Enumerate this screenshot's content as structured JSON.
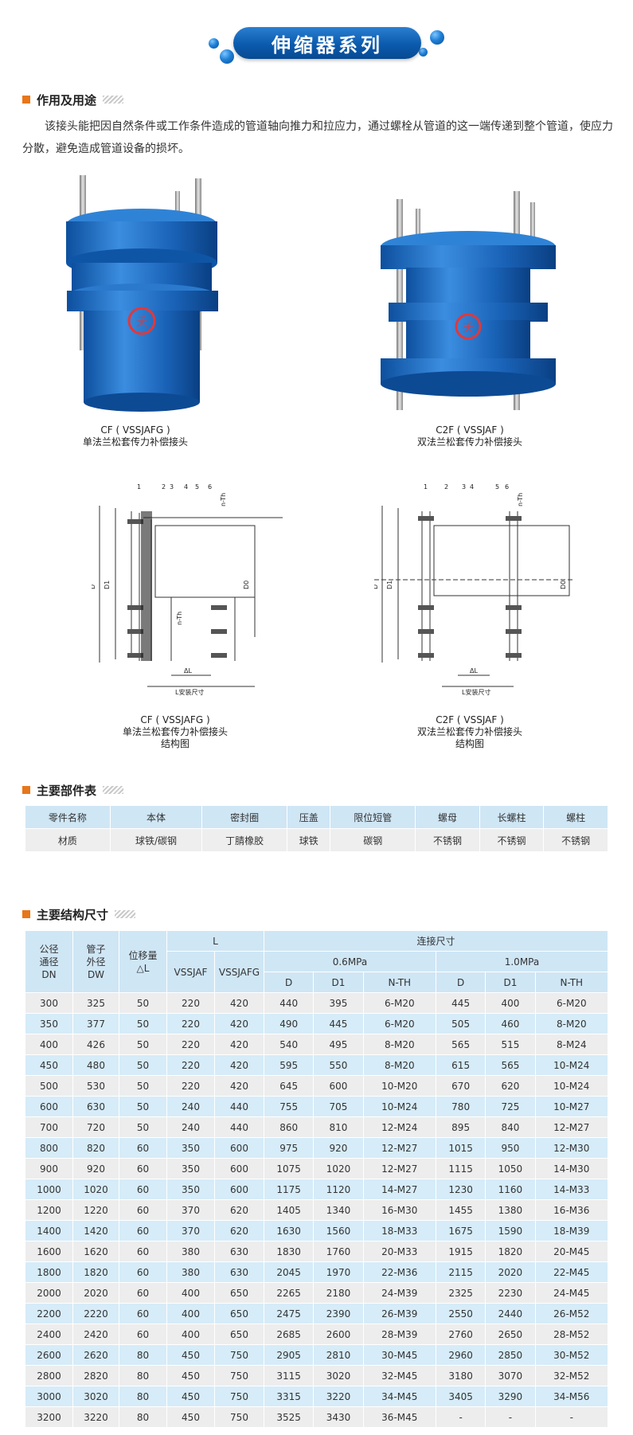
{
  "title": "伸缩器系列",
  "section1": {
    "title": "作用及用途",
    "text": "该接头能把因自然条件或工作条件造成的管道轴向推力和拉应力，通过螺栓从管道的这一端传递到整个管道，使应力分散，避免造成管道设备的损坏。"
  },
  "products": [
    {
      "code": "CF ( VSSJAFG )",
      "name": "单法兰松套传力补偿接头"
    },
    {
      "code": "C2F ( VSSJAF )",
      "name": "双法兰松套传力补偿接头"
    }
  ],
  "drawings": [
    {
      "code": "CF ( VSSJAFG )",
      "name": "单法兰松套传力补偿接头",
      "sub": "结构图",
      "labels": [
        "1",
        "2",
        "3",
        "4",
        "5",
        "6",
        "n-Th",
        "D",
        "D1",
        "D0",
        "ΔL",
        "L安装尺寸",
        "n-Th"
      ]
    },
    {
      "code": "C2F ( VSSJAF )",
      "name": "双法兰松套传力补偿接头",
      "sub": "结构图",
      "labels": [
        "1",
        "2",
        "3",
        "4",
        "5",
        "6",
        "n-Th",
        "D",
        "D1",
        "D0",
        "ΔL",
        "L安装尺寸"
      ]
    }
  ],
  "section2": {
    "title": "主要部件表",
    "header": [
      "零件名称",
      "本体",
      "密封圈",
      "压盖",
      "限位短管",
      "螺母",
      "长螺柱",
      "螺柱"
    ],
    "row": [
      "材质",
      "球铁/碳钢",
      "丁腈橡胶",
      "球铁",
      "碳钢",
      "不锈钢",
      "不锈钢",
      "不锈钢"
    ]
  },
  "section3": {
    "title": "主要结构尺寸",
    "head": {
      "dn": "公径\n通径\nDN",
      "dw": "管子\n外径\nDW",
      "dl": "位移量\n△L",
      "L": "L",
      "conn": "连接尺寸",
      "p06": "0.6MPa",
      "p10": "1.0MPa",
      "vssjaf": "VSSJAF",
      "vssjafg": "VSSJAFG",
      "d": "D",
      "d1": "D1",
      "nth": "N-TH"
    },
    "rows": [
      [
        "300",
        "325",
        "50",
        "220",
        "420",
        "440",
        "395",
        "6-M20",
        "445",
        "400",
        "6-M20"
      ],
      [
        "350",
        "377",
        "50",
        "220",
        "420",
        "490",
        "445",
        "6-M20",
        "505",
        "460",
        "8-M20"
      ],
      [
        "400",
        "426",
        "50",
        "220",
        "420",
        "540",
        "495",
        "8-M20",
        "565",
        "515",
        "8-M24"
      ],
      [
        "450",
        "480",
        "50",
        "220",
        "420",
        "595",
        "550",
        "8-M20",
        "615",
        "565",
        "10-M24"
      ],
      [
        "500",
        "530",
        "50",
        "220",
        "420",
        "645",
        "600",
        "10-M20",
        "670",
        "620",
        "10-M24"
      ],
      [
        "600",
        "630",
        "50",
        "240",
        "440",
        "755",
        "705",
        "10-M24",
        "780",
        "725",
        "10-M27"
      ],
      [
        "700",
        "720",
        "50",
        "240",
        "440",
        "860",
        "810",
        "12-M24",
        "895",
        "840",
        "12-M27"
      ],
      [
        "800",
        "820",
        "60",
        "350",
        "600",
        "975",
        "920",
        "12-M27",
        "1015",
        "950",
        "12-M30"
      ],
      [
        "900",
        "920",
        "60",
        "350",
        "600",
        "1075",
        "1020",
        "12-M27",
        "1115",
        "1050",
        "14-M30"
      ],
      [
        "1000",
        "1020",
        "60",
        "350",
        "600",
        "1175",
        "1120",
        "14-M27",
        "1230",
        "1160",
        "14-M33"
      ],
      [
        "1200",
        "1220",
        "60",
        "370",
        "620",
        "1405",
        "1340",
        "16-M30",
        "1455",
        "1380",
        "16-M36"
      ],
      [
        "1400",
        "1420",
        "60",
        "370",
        "620",
        "1630",
        "1560",
        "18-M33",
        "1675",
        "1590",
        "18-M39"
      ],
      [
        "1600",
        "1620",
        "60",
        "380",
        "630",
        "1830",
        "1760",
        "20-M33",
        "1915",
        "1820",
        "20-M45"
      ],
      [
        "1800",
        "1820",
        "60",
        "380",
        "630",
        "2045",
        "1970",
        "22-M36",
        "2115",
        "2020",
        "22-M45"
      ],
      [
        "2000",
        "2020",
        "60",
        "400",
        "650",
        "2265",
        "2180",
        "24-M39",
        "2325",
        "2230",
        "24-M45"
      ],
      [
        "2200",
        "2220",
        "60",
        "400",
        "650",
        "2475",
        "2390",
        "26-M39",
        "2550",
        "2440",
        "26-M52"
      ],
      [
        "2400",
        "2420",
        "60",
        "400",
        "650",
        "2685",
        "2600",
        "28-M39",
        "2760",
        "2650",
        "28-M52"
      ],
      [
        "2600",
        "2620",
        "80",
        "450",
        "750",
        "2905",
        "2810",
        "30-M45",
        "2960",
        "2850",
        "30-M52"
      ],
      [
        "2800",
        "2820",
        "80",
        "450",
        "750",
        "3115",
        "3020",
        "32-M45",
        "3180",
        "3070",
        "32-M52"
      ],
      [
        "3000",
        "3020",
        "80",
        "450",
        "750",
        "3315",
        "3220",
        "34-M45",
        "3405",
        "3290",
        "34-M56"
      ],
      [
        "3200",
        "3220",
        "80",
        "450",
        "750",
        "3525",
        "3430",
        "36-M45",
        "-",
        "-",
        "-"
      ]
    ]
  }
}
